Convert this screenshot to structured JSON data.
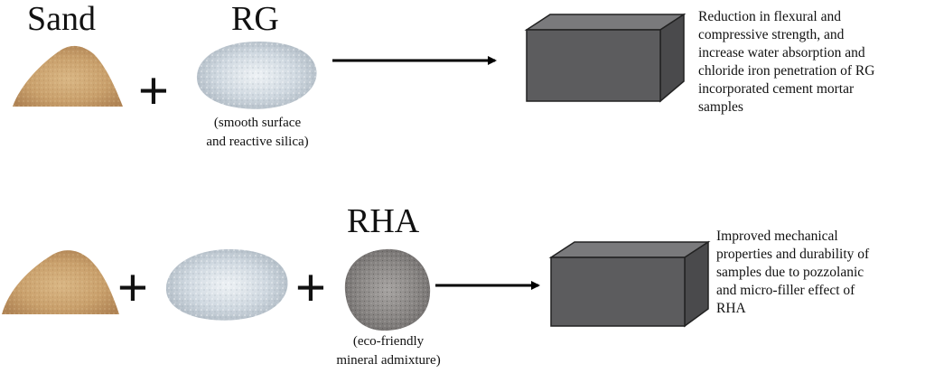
{
  "row1": {
    "sand_label": "Sand",
    "rg_label": "RG",
    "plus": "+",
    "rg_note_line1": "(smooth surface",
    "rg_note_line2": "and reactive silica)",
    "outcome_lines": [
      "Reduction in flexural and",
      "compressive strength, and",
      "increase water absorption and",
      "chloride iron penetration of RG",
      "incorporated cement mortar",
      "samples"
    ]
  },
  "row2": {
    "rha_label": "RHA",
    "plus1": "+",
    "plus2": "+",
    "rha_note_line1": "(eco-friendly",
    "rha_note_line2": "mineral admixture)",
    "outcome_lines": [
      "Improved mechanical",
      "properties and durability of",
      "samples due to pozzolanic",
      "and micro-filler effect of",
      "RHA"
    ]
  },
  "colors": {
    "sand": "#c9a574",
    "rg": "#c9d3dc",
    "rha": "#8a8785",
    "block_front": "#5c5c5e",
    "block_top": "#7a7a7c",
    "block_side": "#4a4a4c"
  }
}
